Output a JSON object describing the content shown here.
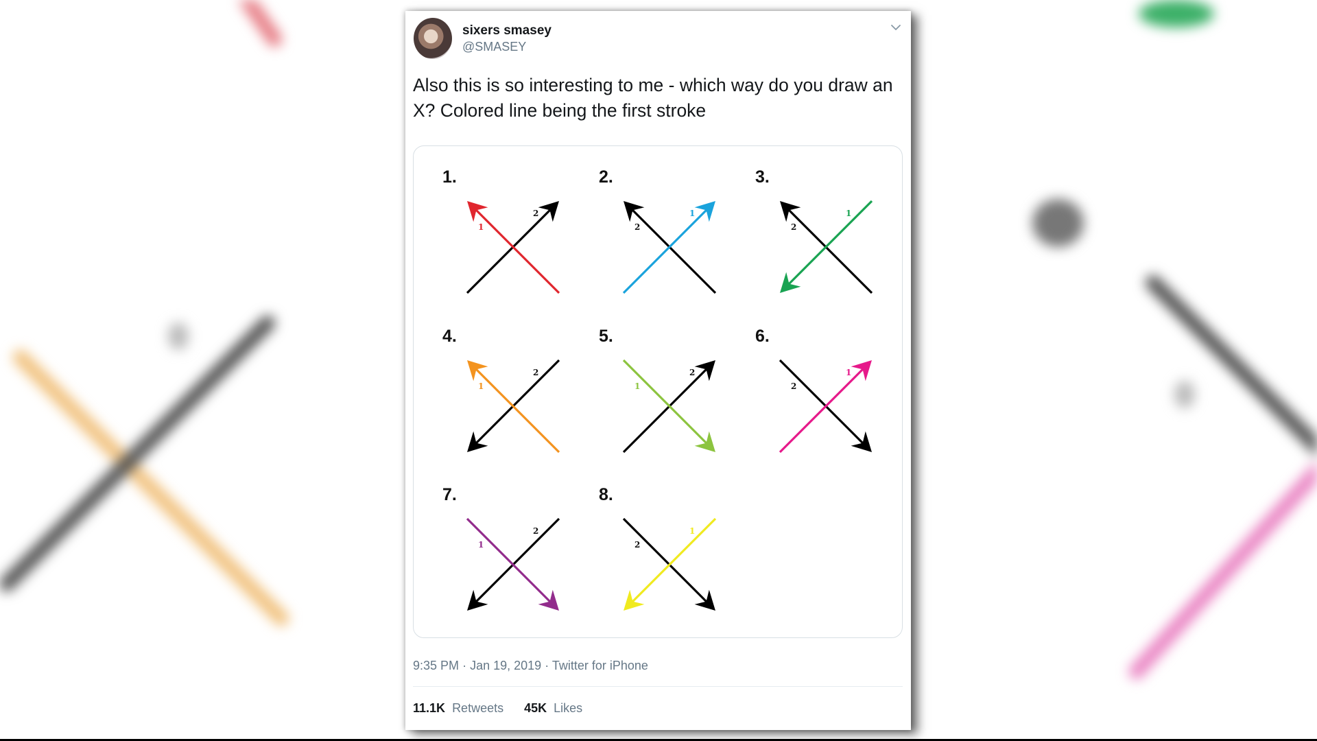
{
  "tweet": {
    "display_name": "sixers smasey",
    "handle": "@SMASEY",
    "text": "Also this is so interesting to me - which way do you draw an X? Colored line being the first stroke",
    "time": "9:35 PM",
    "date": "Jan 19, 2019",
    "source": "Twitter for iPhone",
    "separator": "·",
    "retweets_count": "11.1K",
    "retweets_label": "Retweets",
    "likes_count": "45K",
    "likes_label": "Likes"
  },
  "icons": {
    "menu": "chevron-down-icon",
    "avatar": "avatar"
  },
  "media": {
    "variants": [
      {
        "label": "1.",
        "color": "#e0262e",
        "first": "SE-NW",
        "second": "SW-NE"
      },
      {
        "label": "2.",
        "color": "#1aa3dc",
        "first": "SW-NE",
        "second": "SE-NW"
      },
      {
        "label": "3.",
        "color": "#19a352",
        "first": "NE-SW",
        "second": "SE-NW"
      },
      {
        "label": "4.",
        "color": "#f3931f",
        "first": "SE-NW",
        "second": "NE-SW"
      },
      {
        "label": "5.",
        "color": "#8cc43f",
        "first": "NW-SE",
        "second": "SW-NE"
      },
      {
        "label": "6.",
        "color": "#e6198a",
        "first": "SW-NE",
        "second": "NW-SE"
      },
      {
        "label": "7.",
        "color": "#922c8c",
        "first": "NW-SE",
        "second": "NE-SW"
      },
      {
        "label": "8.",
        "color": "#f0ea1f",
        "first": "NE-SW",
        "second": "NW-SE"
      }
    ],
    "stroke_1_label": "1",
    "stroke_2_label": "2",
    "second_stroke_color": "#000000"
  }
}
